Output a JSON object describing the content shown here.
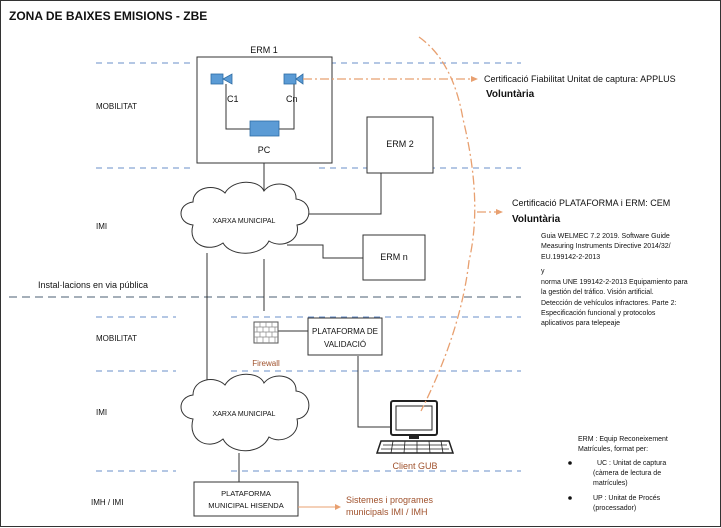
{
  "title": "ZONA DE BAIXES EMISIONS - ZBE",
  "zones": {
    "mobilitat_top": "MOBILITAT",
    "imi_top": "IMI",
    "installacions": "Instal·lacions en via pública",
    "mobilitat_bottom": "MOBILITAT",
    "imi_bottom": "IMI",
    "imh_imi": "IMH / IMI"
  },
  "erm1": {
    "title": "ERM 1",
    "cam1": "C1",
    "camn": "Cn",
    "pc": "PC"
  },
  "erm2": "ERM 2",
  "ermn": "ERM n",
  "cloud_top": "XARXA MUNICIPAL",
  "cloud_bottom": "XARXA MUNICIPAL",
  "plataforma_validacio": {
    "line1": "PLATAFORMA DE",
    "line2": "VALIDACIÓ"
  },
  "firewall": "Firewall",
  "client": "Client GUB",
  "plataforma_hisenda": {
    "line1": "PLATAFORMA",
    "line2": "MUNICIPAL HISENDA"
  },
  "sistemes": {
    "line1": "Sistemes i programes",
    "line2": "municipals IMI / IMH"
  },
  "cert1": {
    "label": "Certificació Fiabilitat Unitat de captura: APPLUS",
    "type": "Voluntària"
  },
  "cert2": {
    "label": "Certificació PLATAFORMA i ERM: CEM",
    "type": "Voluntària"
  },
  "guide": [
    "Guia WELMEC 7.2 2019. Software Guide",
    "Measuring Instruments Directive 2014/32/",
    "EU.199142-2-2013",
    " y",
    "norma UNE 199142-2-2013 Equipamiento para",
    "la gestión del tráfico. Visión artificial.",
    "Detección de vehículos infractores. Parte 2:",
    "Especificación funcional y protocolos",
    "aplicativos para telepeaje"
  ],
  "legend": {
    "intro1": "ERM : Equip Reconeixement",
    "intro2": "Matrícules, format per:",
    "uc": [
      "UC : Unitat de captura",
      "(càmera de lectura de",
      "matrícules)"
    ],
    "up": [
      "UP : Unitat de Procés",
      "(processador)"
    ]
  },
  "colors": {
    "orange": "#E8A070",
    "blue_dash": "#6A8FC8",
    "camera": "#5B9BD5",
    "firewall": "#C0392B",
    "client_text": "#A0522D"
  }
}
